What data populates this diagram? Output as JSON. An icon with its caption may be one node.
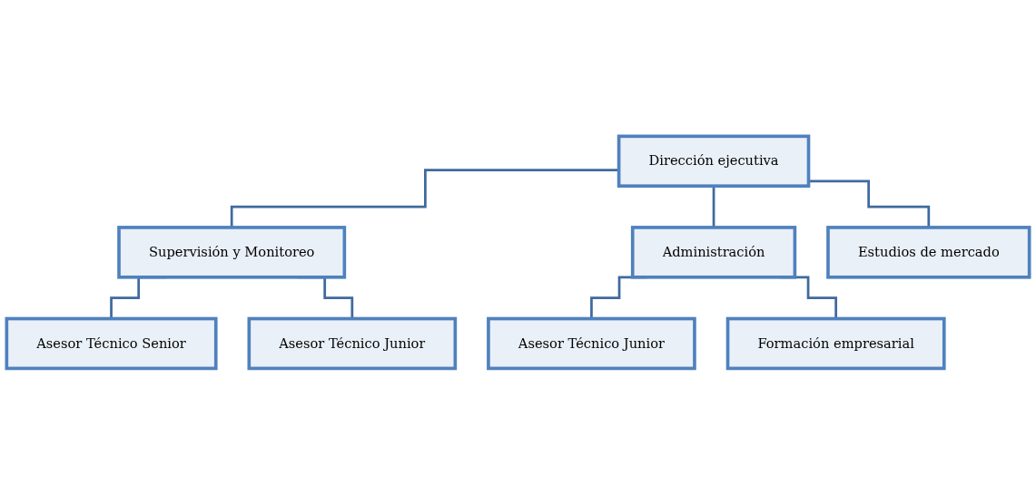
{
  "diagram": {
    "nodes": [
      {
        "text": [
          "Dirección ejecutiva"
        ]
      },
      {
        "text": [
          "Supervisión y Monitoreo"
        ]
      },
      {
        "text": [
          "Administración"
        ]
      },
      {
        "text": [
          "Estudios de mercado"
        ]
      },
      {
        "text": [
          "Asesor Técnico Senior"
        ]
      },
      {
        "text": [
          "Asesor Técnico Junior"
        ]
      },
      {
        "text": [
          "Asesor Técnico Junior"
        ]
      },
      {
        "text": [
          "Formación empresarial"
        ]
      }
    ],
    "edges": [
      {
        "from": 0,
        "to": 1,
        "arrow": "none"
      },
      {
        "from": 0,
        "to": 2,
        "arrow": "none"
      },
      {
        "from": 0,
        "to": 3,
        "arrow": "none"
      },
      {
        "from": 1,
        "to": 4,
        "arrow": "none"
      },
      {
        "from": 1,
        "to": 5,
        "arrow": "none"
      },
      {
        "from": 2,
        "to": 6,
        "arrow": "none"
      },
      {
        "from": 2,
        "to": 7,
        "arrow": "none"
      }
    ]
  }
}
